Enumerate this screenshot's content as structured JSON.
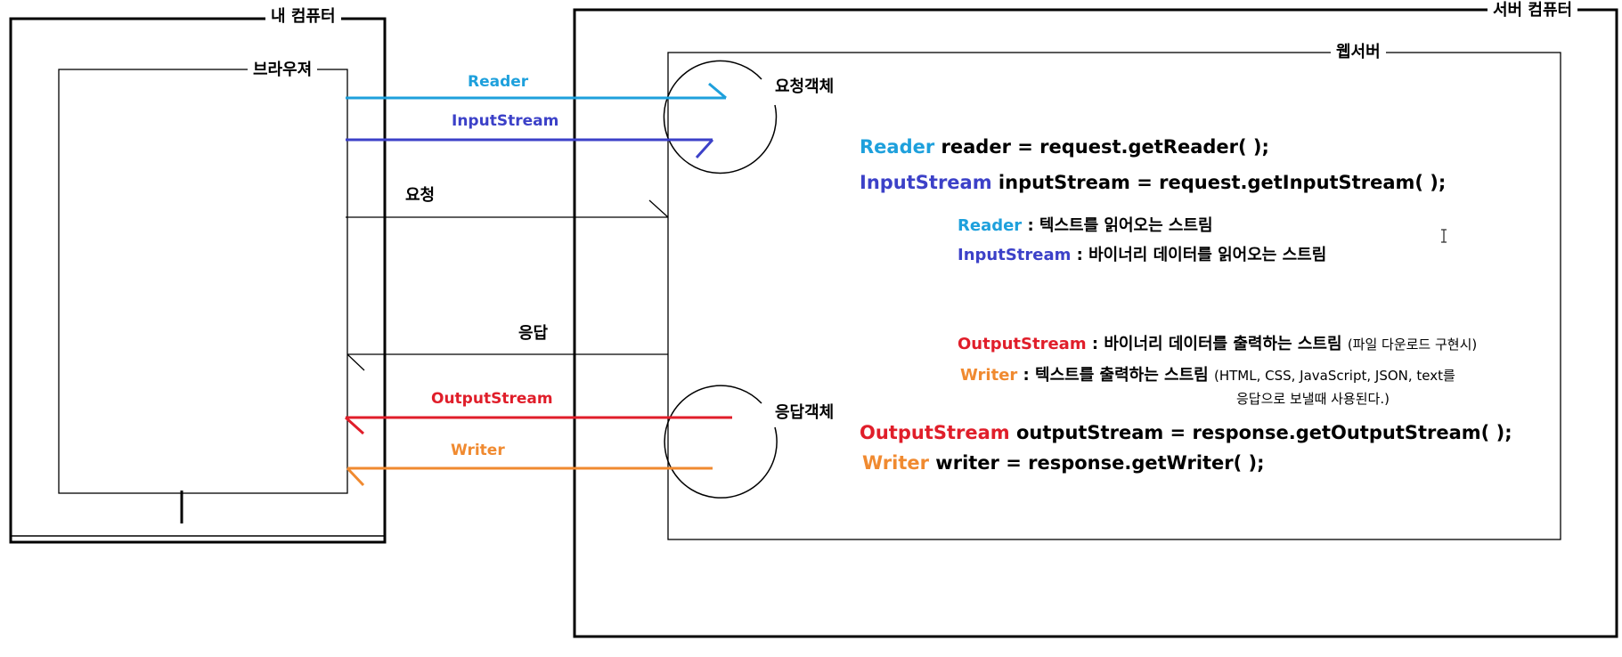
{
  "colors": {
    "reader": "#1ea0dc",
    "inputstream": "#3c41c8",
    "outputstream": "#e01e2a",
    "writer": "#f08a30",
    "line": "#000000"
  },
  "boxes": {
    "my_computer": "내 컴퓨터",
    "browser": "브라우져",
    "server_computer": "서버 컴퓨터",
    "web_server": "웹서버"
  },
  "objects": {
    "request_object": "요청객체",
    "response_object": "응답객체"
  },
  "arrows": {
    "reader": "Reader",
    "inputstream": "InputStream",
    "request": "요청",
    "response": "응답",
    "outputstream": "OutputStream",
    "writer": "Writer"
  },
  "code": {
    "reader_line": {
      "type": "Reader",
      "rest": " reader = request.getReader( );"
    },
    "inputstream_line": {
      "type": "InputStream",
      "rest": " inputStream = request.getInputStream( );"
    },
    "outputstream_line": {
      "type": "OutputStream",
      "rest": " outputStream = response.getOutputStream( );"
    },
    "writer_line": {
      "type": "Writer",
      "rest": " writer = response.getWriter( );"
    }
  },
  "notes": {
    "reader": {
      "type": "Reader",
      "desc": " : 텍스트를 읽어오는 스트림"
    },
    "inputstream": {
      "type": "InputStream",
      "desc": " : 바이너리 데이터를 읽어오는 스트림"
    },
    "outputstream": {
      "type": "OutputStream",
      "desc": " : 바이너리 데이터를 출력하는 스트림",
      "extra": "(파일 다운로드 구현시)"
    },
    "writer": {
      "type": "Writer",
      "desc": " : 텍스트를 출력하는 스트림",
      "extra": "(HTML, CSS, JavaScript, JSON, text를",
      "extra2": "응답으로 보낼때 사용된다.)"
    }
  }
}
